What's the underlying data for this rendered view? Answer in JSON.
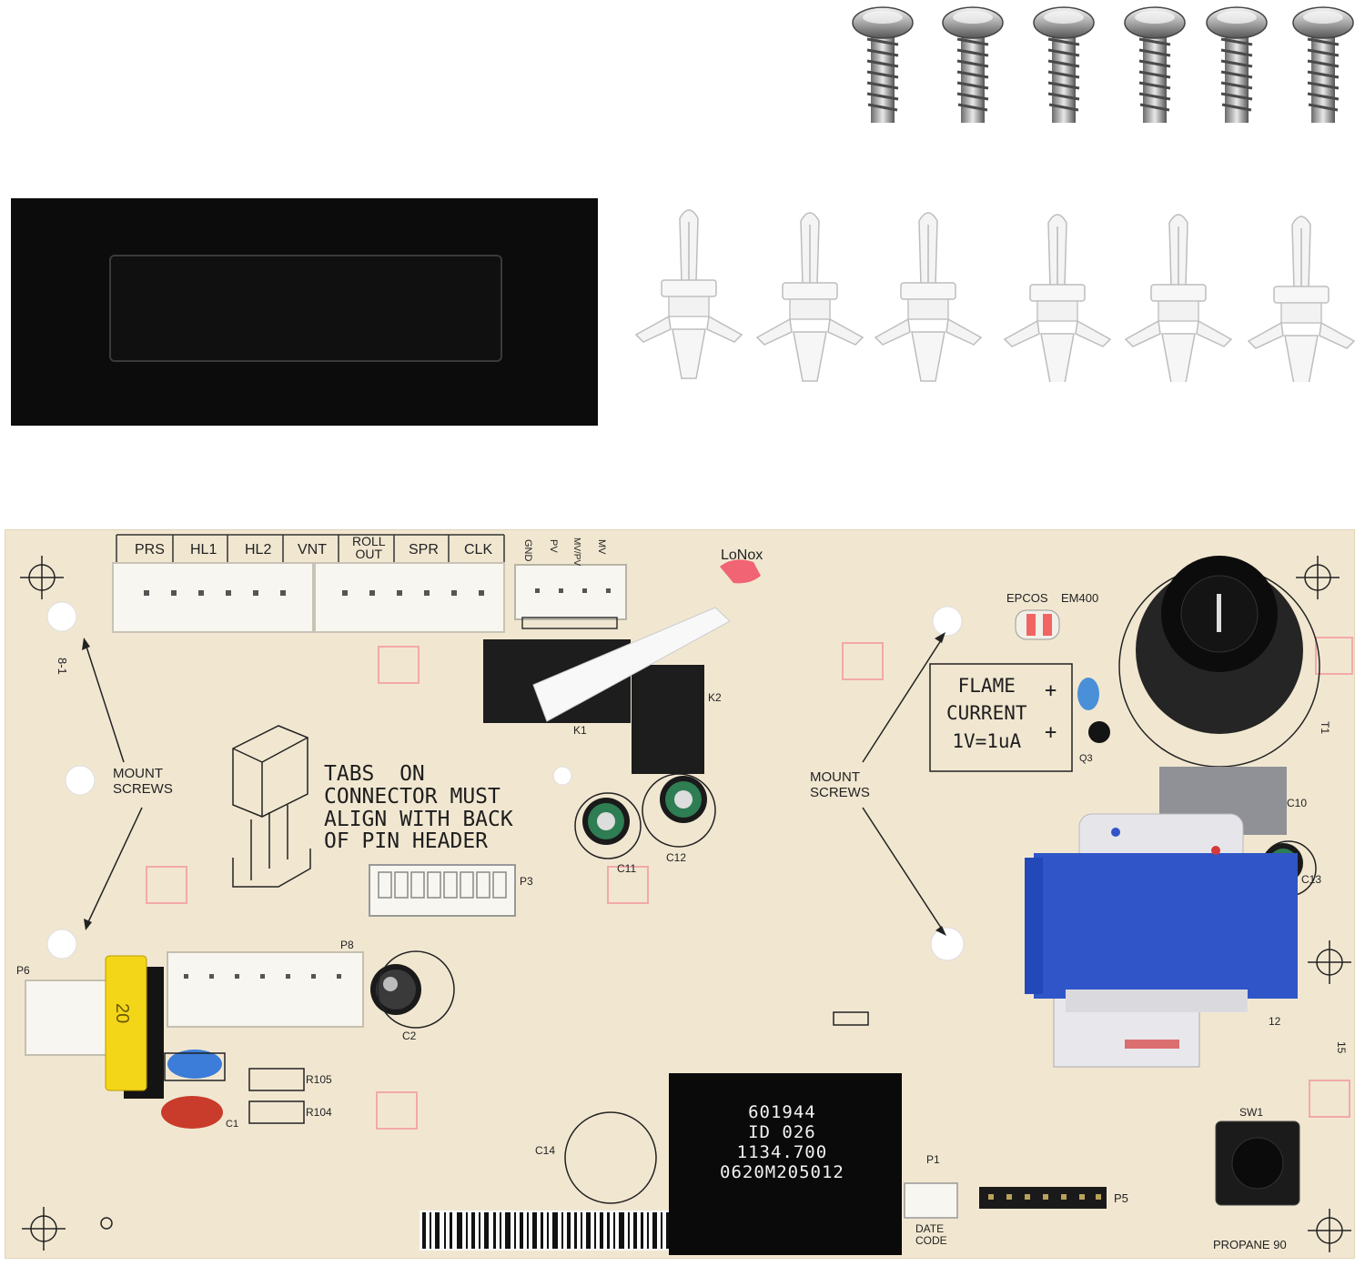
{
  "board": {
    "header_labels": [
      "PRS",
      "HL1",
      "HL2",
      "VNT",
      "ROLL\nOUT",
      "SPR",
      "CLK"
    ],
    "header_labels_small": [
      "GND",
      "PV",
      "MV/PV",
      "MV"
    ],
    "lonox": "LoNox",
    "mount_left": "MOUNT\nSCREWS",
    "mount_right": "MOUNT\nSCREWS",
    "tabs_text": "TABS  ON\nCONNECTOR MUST\nALIGN WITH BACK\nOF PIN HEADER",
    "flame_current": "FLAME\nCURRENT\n1V=1uA",
    "epcos": "EPCOS",
    "em400": "EM400",
    "chip_label": "601944\nID 026\n1134.700\n0620M205012",
    "date_code": "DATE\nCODE",
    "propane": "PROPANE 90",
    "sw1": "SW1",
    "refs": {
      "k1": "K1",
      "k2": "K2",
      "c11": "C11",
      "c12": "C12",
      "c13": "C13",
      "c10": "C10",
      "c2": "C2",
      "c1": "C1",
      "c14": "C14",
      "q3": "Q3",
      "p1": "P1",
      "p3": "P3",
      "p5": "P5",
      "p6": "P6",
      "p8": "P8",
      "r104": "R104",
      "r105": "R105",
      "t1": "T1",
      "b1": "8-1",
      "n15": "15",
      "n12": "12"
    },
    "fuse_value": "20",
    "colors": {
      "pcb": "#f1e7d1",
      "connector": "#f7f5ef",
      "transformer": "#2f55c8",
      "fuse": "#f4d619",
      "lonox_tip": "#f06474"
    }
  }
}
